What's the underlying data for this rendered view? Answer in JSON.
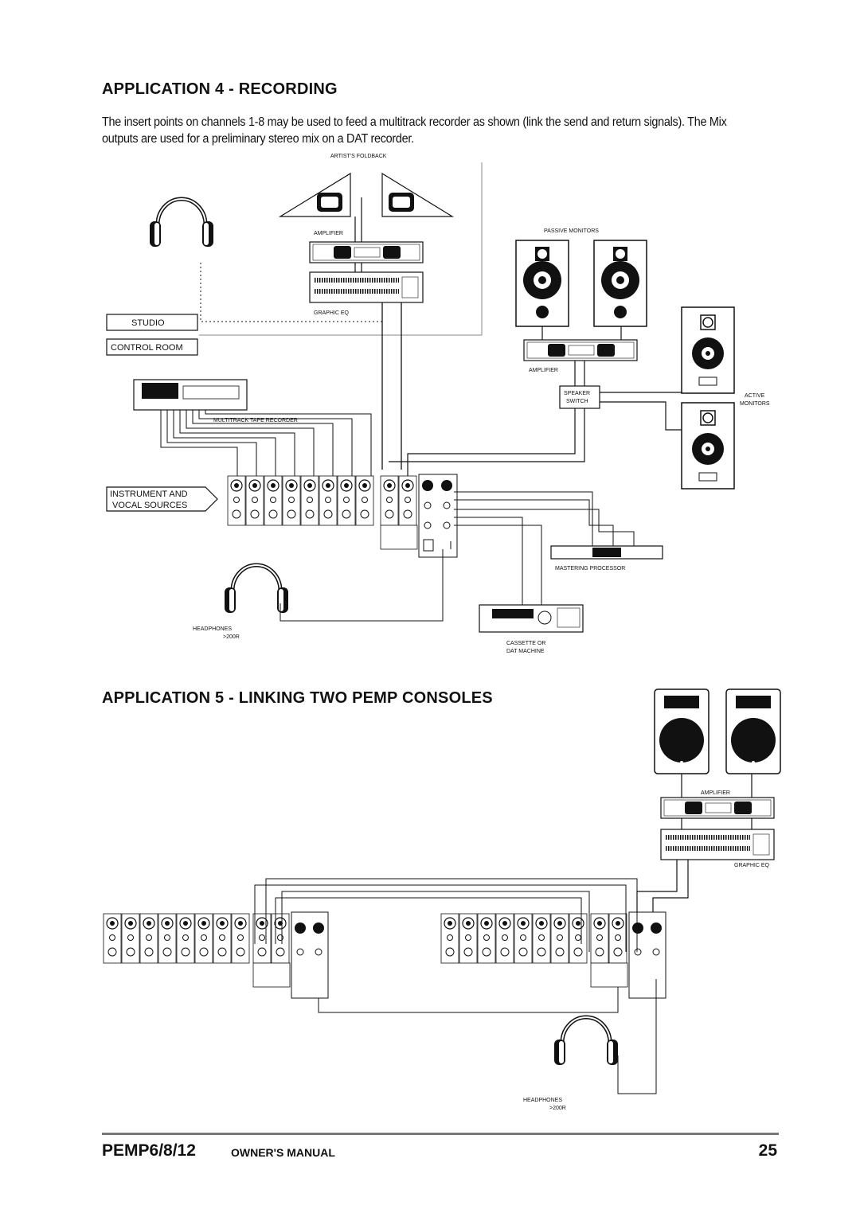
{
  "app4": {
    "title": "APPLICATION 4 - RECORDING",
    "intro": "The insert points on channels 1-8 may be used to feed a multitrack recorder as shown (link the send and return signals). The Mix outputs are used for a preliminary stereo mix on a DAT recorder.",
    "labels": {
      "foldback": "ARTIST'S FOLDBACK",
      "amplifier": "AMPLIFIER",
      "graphic_eq": "GRAPHIC EQ",
      "passive_monitors": "PASSIVE MONITORS",
      "amplifier2": "AMPLIFIER",
      "speaker_switch_1": "SPEAKER",
      "speaker_switch_2": "SWITCH",
      "active_1": "ACTIVE",
      "active_2": "MONITORS",
      "studio": "STUDIO",
      "control_room": "CONTROL ROOM",
      "multitrack": "MULTITRACK TAPE RECORDER",
      "sources_1": "INSTRUMENT AND",
      "sources_2": "VOCAL SOURCES",
      "mastering": "MASTERING PROCESSOR",
      "headphones": "HEADPHONES",
      "impedance": ">200R",
      "cassette_1": "CASSETTE OR",
      "cassette_2": "DAT MACHINE"
    }
  },
  "app5": {
    "title": "APPLICATION 5  -  LINKING TWO PEMP CONSOLES",
    "labels": {
      "amplifier": "AMPLIFIER",
      "graphic_eq": "GRAPHIC EQ",
      "headphones": "HEADPHONES",
      "impedance": ">200R"
    }
  },
  "footer": {
    "model": "PEMP6/8/12",
    "manual": "OWNER'S MANUAL",
    "page": "25"
  }
}
